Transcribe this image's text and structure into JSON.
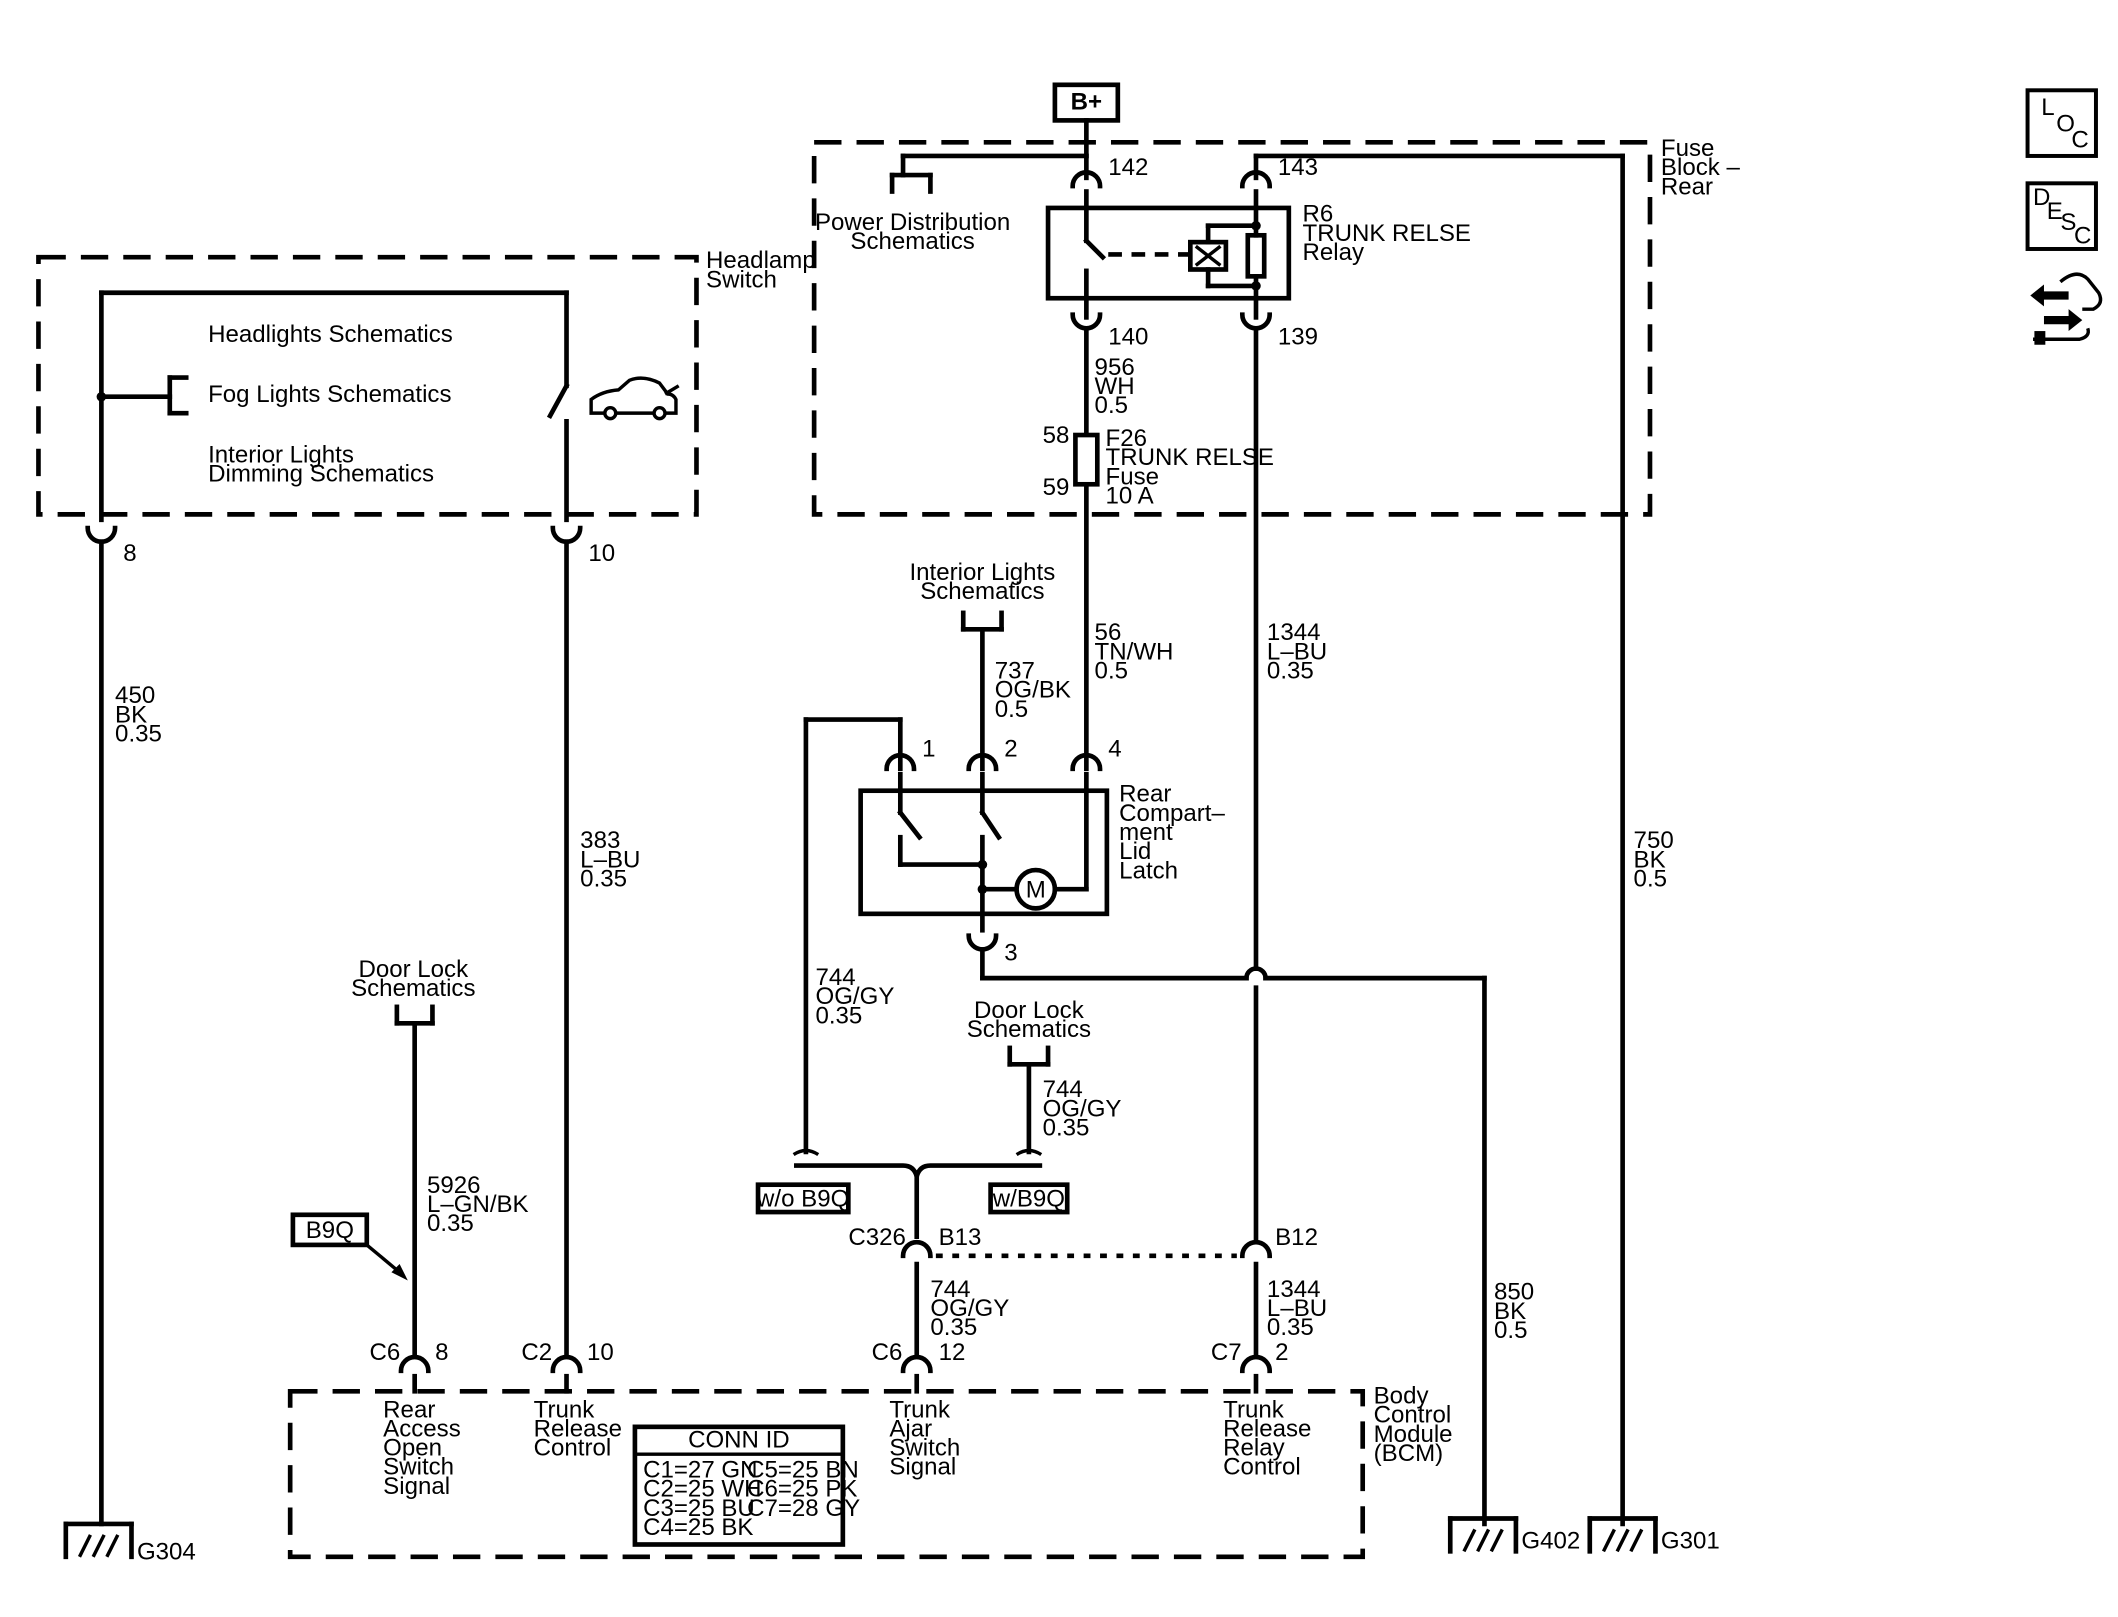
{
  "power": {
    "b_plus": "B+"
  },
  "fuse_block": {
    "name_lines": [
      "Fuse",
      "Block –",
      "Rear"
    ],
    "power_dist": [
      "Power Distribution",
      "Schematics"
    ],
    "relay": {
      "lines": [
        "R6",
        "TRUNK RELSE",
        "Relay"
      ],
      "pins": [
        "142",
        "143",
        "140",
        "139"
      ]
    },
    "fuse": {
      "lines": [
        "F26",
        "TRUNK RELSE",
        "Fuse",
        "10 A"
      ],
      "pins": [
        "58",
        "59"
      ]
    },
    "wire_956": [
      "956",
      "WH",
      "0.5"
    ]
  },
  "headlamp_switch": {
    "name_lines": [
      "Headlamp",
      "Switch"
    ],
    "headlights": "Headlights Schematics",
    "fog": "Fog Lights Schematics",
    "interior": [
      "Interior Lights",
      "Dimming Schematics"
    ],
    "pins": [
      "8",
      "10"
    ]
  },
  "wires": {
    "w450": [
      "450",
      "BK",
      "0.35"
    ],
    "w383": [
      "383",
      "L–BU",
      "0.35"
    ],
    "w56": [
      "56",
      "TN/WH",
      "0.5"
    ],
    "w1344_top": [
      "1344",
      "L–BU",
      "0.35"
    ],
    "w737": [
      "737",
      "OG/BK",
      "0.5"
    ],
    "w750": [
      "750",
      "BK",
      "0.5"
    ],
    "w744_left": [
      "744",
      "OG/GY",
      "0.35"
    ],
    "w744_right": [
      "744",
      "OG/GY",
      "0.35"
    ],
    "w5926": [
      "5926",
      "L–GN/BK",
      "0.35"
    ],
    "w744_bottom": [
      "744",
      "OG/GY",
      "0.35"
    ],
    "w1344_bottom": [
      "1344",
      "L–BU",
      "0.35"
    ],
    "w850": [
      "850",
      "BK",
      "0.5"
    ]
  },
  "interior_lights": [
    "Interior Lights",
    "Schematics"
  ],
  "door_lock_left": [
    "Door Lock",
    "Schematics"
  ],
  "door_lock_right": [
    "Door Lock",
    "Schematics"
  ],
  "latch": {
    "name_lines": [
      "Rear",
      "Compart–",
      "ment",
      "Lid",
      "Latch"
    ],
    "pins": [
      "1",
      "2",
      "4",
      "3"
    ],
    "motor": "M"
  },
  "options": {
    "wo": "w/o B9Q",
    "w": "w/B9Q",
    "b9q": "B9Q"
  },
  "c326": {
    "label": "C326",
    "b13": "B13",
    "b12": "B12"
  },
  "bcm": {
    "name_lines": [
      "Body",
      "Control",
      "Module",
      "(BCM)"
    ],
    "connectors": [
      {
        "conn": "C6",
        "pin": "8",
        "lines": [
          "Rear",
          "Access",
          "Open",
          "Switch",
          "Signal"
        ]
      },
      {
        "conn": "C2",
        "pin": "10",
        "lines": [
          "Trunk",
          "Release",
          "Control"
        ]
      },
      {
        "conn": "C6",
        "pin": "12",
        "lines": [
          "Trunk",
          "Ajar",
          "Switch",
          "Signal"
        ]
      },
      {
        "conn": "C7",
        "pin": "2",
        "lines": [
          "Trunk",
          "Release",
          "Relay",
          "Control"
        ]
      }
    ]
  },
  "conn_id": {
    "title": "CONN ID",
    "left": [
      "C1=27 GN",
      "C2=25 WH",
      "C3=25 BU",
      "C4=25 BK"
    ],
    "right": [
      "C5=25 BN",
      "C6=25 PK",
      "C7=28 GY"
    ]
  },
  "grounds": {
    "g304": "G304",
    "g402": "G402",
    "g301": "G301"
  },
  "side_icons": {
    "loc": {
      "l": "L",
      "o": "O",
      "c": "C",
      "icon": "location-icon"
    },
    "desc": {
      "d": "D",
      "e": "E",
      "s": "S",
      "c": "C",
      "icon": "description-icon"
    },
    "connector": {
      "icon": "connector-hand-icon"
    }
  }
}
